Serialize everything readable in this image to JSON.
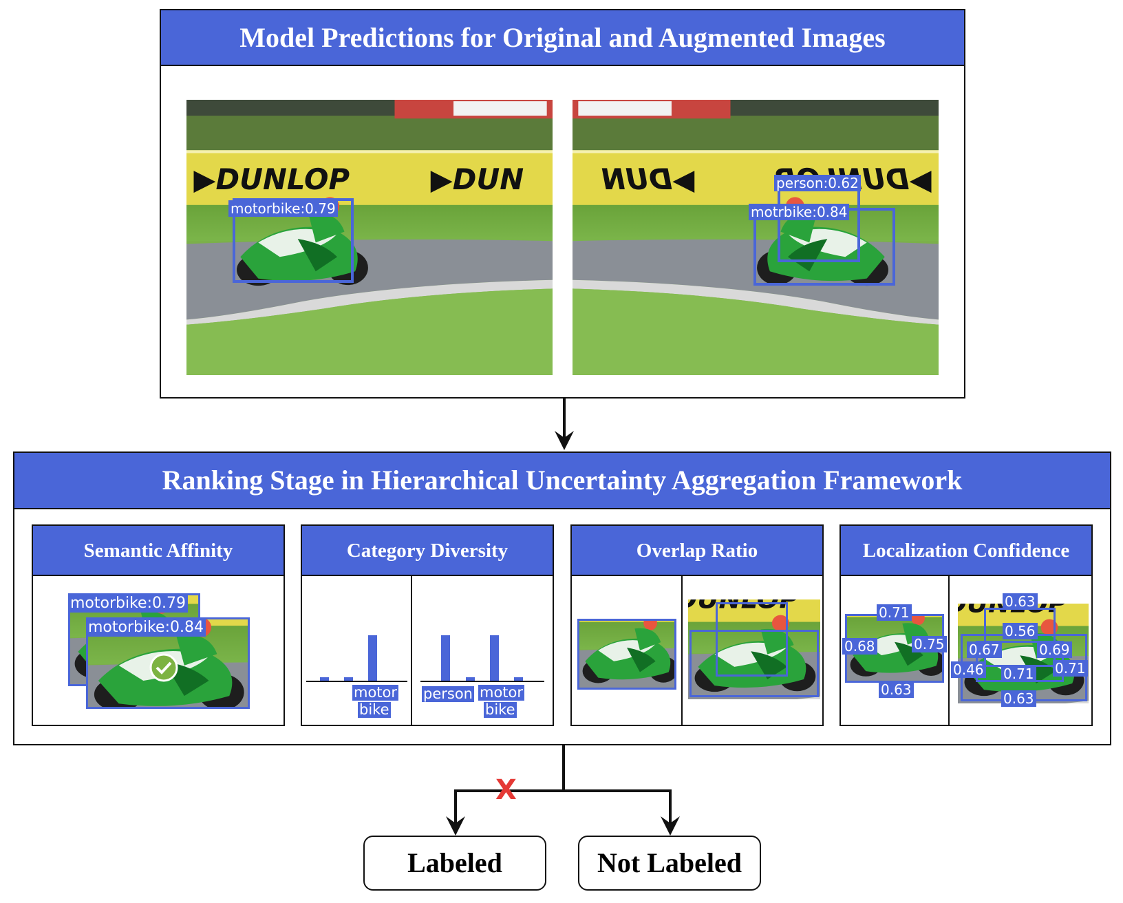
{
  "top_panel": {
    "title": "Model Predictions for Original and Augmented Images",
    "original": {
      "det": "motorbike:0.79"
    },
    "augmented": {
      "det_person": "person:0.62",
      "det_motorbike": "mot​rbike:0.84"
    }
  },
  "ranking_panel": {
    "title": "Ranking Stage in Hierarchical Uncertainty Aggregation Framework",
    "semantic_affinity": {
      "title": "Semantic Affinity",
      "label_a": "motorbike:0.79",
      "label_b": "motorbike:0.84"
    },
    "category_diversity": {
      "title": "Category Diversity",
      "left_label": [
        "motor",
        "bike"
      ],
      "right_labels": [
        "person",
        "motor",
        "bike"
      ],
      "left_bars": [
        0.08,
        0.08,
        1.0
      ],
      "right_bars": [
        1.0,
        0.08,
        1.0,
        0.08
      ]
    },
    "overlap_ratio": {
      "title": "Overlap Ratio"
    },
    "localization_confidence": {
      "title": "Localization Confidence",
      "left": {
        "top": "0.71",
        "left": "0.68",
        "right": "0.75",
        "bottom": "0.63"
      },
      "right": {
        "top": "0.63",
        "mid_top": "0.56",
        "l1": "0.67",
        "r1": "0.69",
        "l2": "0.46",
        "c2": "0.71",
        "r2": "0.71",
        "bottom": "0.63"
      }
    }
  },
  "outcomes": {
    "labeled": "Labeled",
    "not_labeled": "Not Labeled",
    "reject_mark": "X"
  },
  "colors": {
    "accent": "#4a66d8",
    "reject": "#e53935",
    "check": "#7cb342"
  }
}
